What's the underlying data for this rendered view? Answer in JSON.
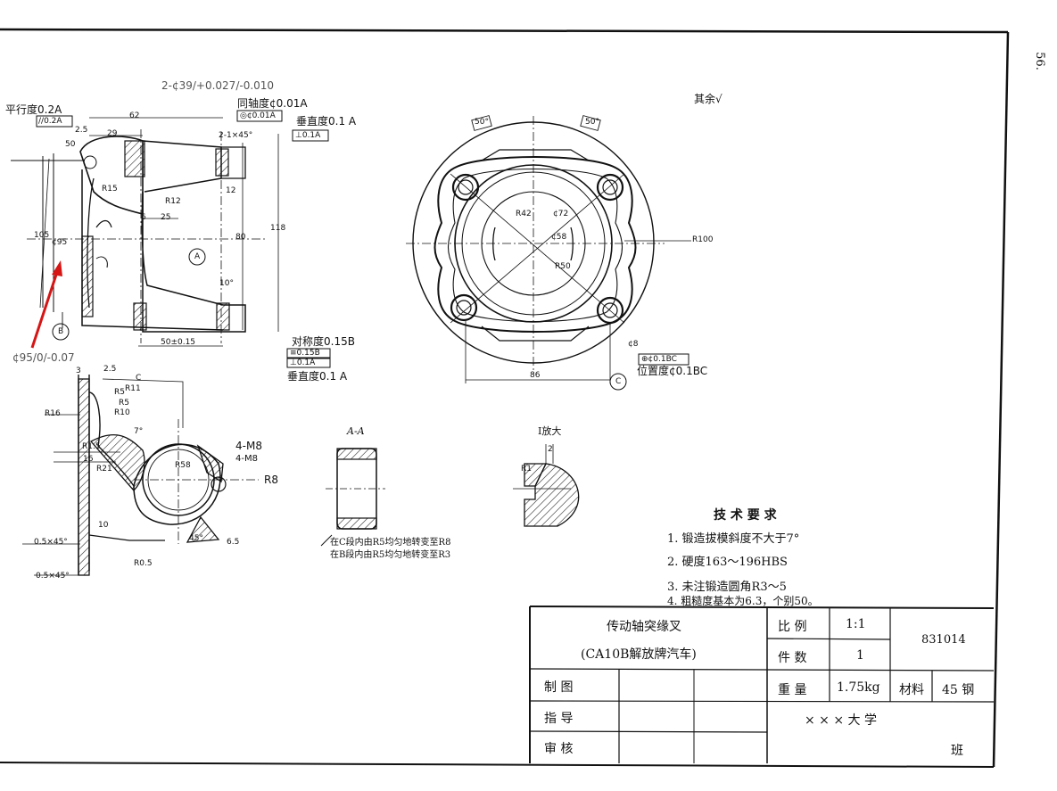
{
  "page_number": "56.",
  "rough_mark": "其余√",
  "annotations": {
    "bore_tolerance": "2-¢39/+0.027/-0.010",
    "parallelism": "平行度0.2A",
    "parallelism_frame": "//0.2A",
    "coaxiality": "同轴度¢0.01A",
    "coaxiality_frame": "◎¢0.01A",
    "perp_top": "垂直度0.1 A",
    "perp_top_frame": "⊥0.1A",
    "symmetry": "对称度0.15B",
    "symmetry_frame": "≡0.15B",
    "perp_bottom": "垂直度0.1 A",
    "perp_bottom_frame": "⊥0.1A",
    "diameter_tol": "¢95/0/-0.07",
    "position": "位置度¢0.1BC",
    "position_frame": "⊕¢0.1BC",
    "thread": "4-M8",
    "thread2": "4-M8",
    "r8": "R8",
    "datum_a": "A",
    "datum_b": "B",
    "datum_c": "C"
  },
  "dims_front": [
    "62",
    "29",
    "2.5",
    "50",
    "R15",
    "R12",
    "6",
    "25",
    "12",
    "80",
    "118",
    "105",
    "¢95",
    "50±0.15",
    "10°",
    "2-1×45°",
    "C"
  ],
  "dims_side": [
    "R11",
    "R5",
    "R10",
    "R16",
    "R1.5",
    "16",
    "R21",
    "7°",
    "R58",
    "2.5",
    "3",
    "R5",
    "45°",
    "0.5×45°",
    "0.5×45°",
    "R0.5",
    "6.5",
    "10"
  ],
  "dims_round": [
    "50°",
    "50°",
    "R42",
    "¢72",
    "¢58",
    "R50",
    "R100",
    "86",
    "¢8"
  ],
  "section_aa": {
    "title": "A-A",
    "note1": "在C段内由R5均匀地转变至R8",
    "note2": "在B段内由R5均匀地转变至R3"
  },
  "detail": {
    "title": "I放大",
    "dim1": "2",
    "dim2": "R1"
  },
  "requirements": {
    "title": "技 术 要 求",
    "items": [
      "1. 锻造拔模斜度不大于7°",
      "2. 硬度163～196HBS",
      "3. 未注锻造圆角R3～5",
      "4. 粗糙度基本为6.3，个别50。"
    ]
  },
  "title_block": {
    "part_name": "传动轴突缘叉",
    "part_sub": "(CA10B解放牌汽车)",
    "scale_label": "比 例",
    "scale_value": "1:1",
    "qty_label": "件 数",
    "qty_value": "1",
    "drawing_no": "831014",
    "drawn_label": "制 图",
    "weight_label": "重 量",
    "weight_value": "1.75kg",
    "material_label": "材料",
    "material_value": "45 钢",
    "guide_label": "指 导",
    "review_label": "审 核",
    "school": "× × × 大 学",
    "class_label": "班"
  }
}
